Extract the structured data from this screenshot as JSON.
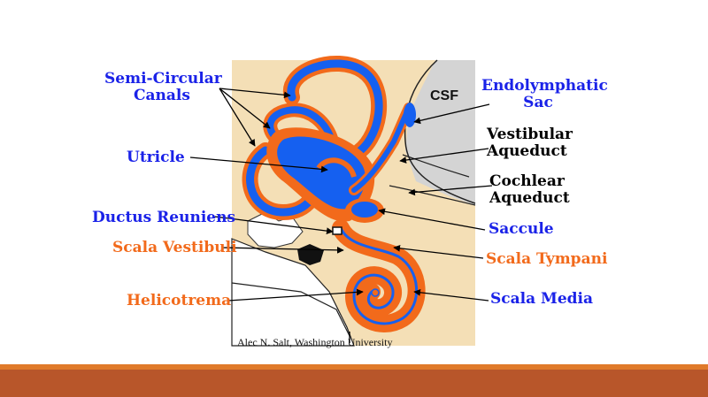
{
  "labels": {
    "semi_circular": "Semi-Circular",
    "canals": "Canals",
    "utricle": "Utricle",
    "ductus_reuniens": "Ductus Reuniens",
    "scala_vestibuli": "Scala Vestibuli",
    "helicotrema": "Helicotrema",
    "endolymphatic": "Endolymphatic",
    "sac": "Sac",
    "vestibular": "Vestibular",
    "aqueduct_1": "Aqueduct",
    "cochlear": "Cochlear",
    "aqueduct_2": "Aqueduct",
    "saccule": "Saccule",
    "scala_tympani": "Scala Tympani",
    "scala_media": "Scala Media",
    "csf": "CSF"
  },
  "credit": "Alec N. Salt, Washington University",
  "colors": {
    "endolymph": "#1560f0",
    "perilymph": "#f26a1b",
    "bone_background": "#f4dfb6",
    "csf_region": "#d4d4d4",
    "label_blue": "#1a22e8",
    "label_orange": "#f26a1b",
    "bar_top": "#e07a2a",
    "bar_main": "#b8562a"
  }
}
